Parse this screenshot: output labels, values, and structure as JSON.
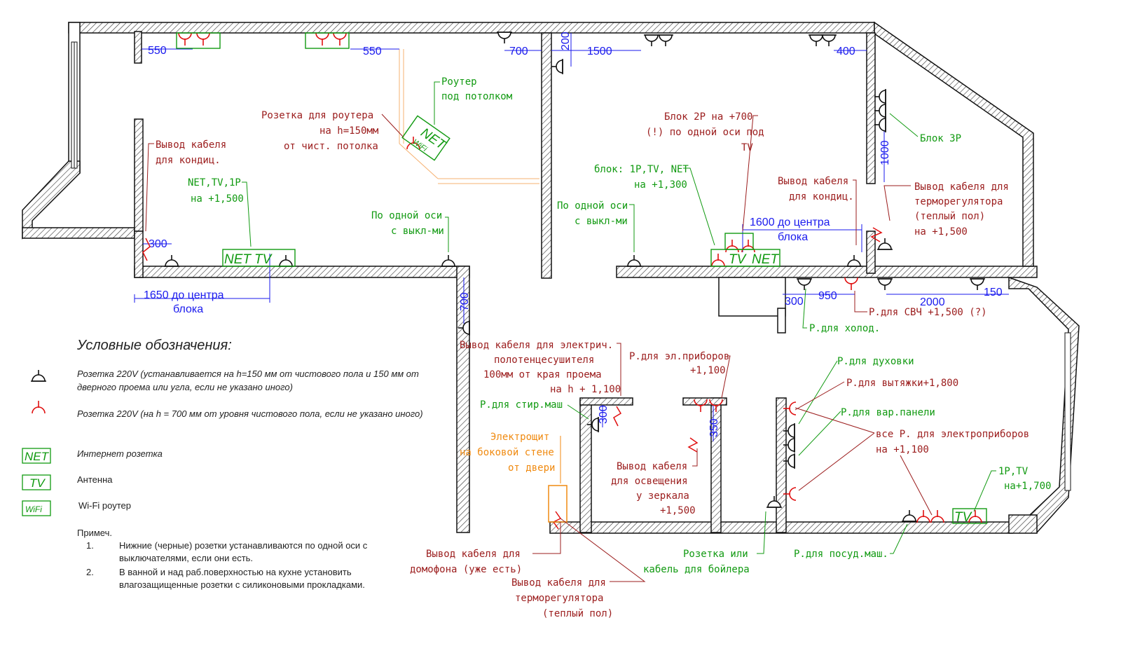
{
  "colors": {
    "wall": "#222222",
    "dim": "#1a1aee",
    "red": "#e01010",
    "green": "#119a11",
    "darkred": "#9b1c1c",
    "orange": "#f08a10"
  },
  "legend": {
    "title": "Условные обозначения:",
    "socket_black": "Розетка 220V (устанавливается на h=150 мм от чистового пола и 150 мм от дверного проема или угла, если не указано иного)",
    "socket_red": "Розетка 220V (на h = 700 мм от уровня чистового пола, если не указано иного)",
    "net_label": "Интернет розетка",
    "tv_label": "Антенна",
    "wifi_label": "Wi-Fi  роутер",
    "net_sym": "NET",
    "tv_sym": "TV",
    "wifi_sym": "WiFi",
    "notes_title": "Примеч.",
    "note1_num": "1.",
    "note1": "Нижние (черные) розетки устанавливаются по одной оси с выключателями, если они есть.",
    "note2_num": "2.",
    "note2": "В ванной и над раб.поверхностью на кухне установить влагозащищенные розетки с силиконовыми прокладками."
  },
  "dims": {
    "d550a": "550",
    "d550b": "550",
    "d700top": "700",
    "d200": "200",
    "d1500": "1500",
    "d400": "400",
    "d1000": "1000",
    "d300a": "300",
    "d1650": "1650 до центра",
    "d1650b": "блока",
    "d700r": "700",
    "d1600": "1600 до центра",
    "d1600b": "блока",
    "d300b": "300",
    "d950": "950",
    "d2000": "2000",
    "d150": "150",
    "d300c": "300",
    "d350": "350"
  },
  "labels": {
    "router1": "Роутер",
    "router2": "под потолком",
    "rr1": "Розетка для роутера",
    "rr2": "на h=150мм",
    "rr3": "от чист. потолка",
    "ac1a": "Вывод кабеля",
    "ac1b": "для кондиц.",
    "ntv1": "NET,TV,1P",
    "ntv2": "на +1,500",
    "axis1a": "По одной оси",
    "axis1b": "с выкл-ми",
    "axis2a": "По одной оси",
    "axis2b": "с выкл-ми",
    "b2p1": "Блок 2P на +700",
    "b2p2": "(!) по одной оси под",
    "b2p3": "TV",
    "b1p1": "блок: 1P,TV, NET",
    "b1p2": "на +1,300",
    "b3p": "Блок 3P",
    "ac2a": "Вывод кабеля",
    "ac2b": "для кондиц.",
    "tr1": "Вывод кабеля для",
    "tr2": "терморегулятора",
    "tr3": "(теплый пол)",
    "tr4": "на +1,500",
    "svch": "Р.для СВЧ +1,500 (?)",
    "hol": "Р.для холод.",
    "dry1": "Вывод кабеля для электрич.",
    "dry2": "полотенцесушителя",
    "dry3": "100мм от края проема",
    "dry4": "на h + 1,100",
    "wash": "Р.для стир.маш",
    "el1": "Р.для эл.приборов",
    "el2": "+1,100",
    "shield1": "Электрощит",
    "shield2": "на боковой стене",
    "shield3": "от двери",
    "mir1": "Вывод кабеля",
    "mir2": "для освещения",
    "mir3": "у зеркала",
    "mir4": "+1,500",
    "oven": "Р.для духовки",
    "hood": "Р.для вытяжки+1,800",
    "panel": "Р.для вар.панели",
    "all1": "все Р. для электроприборов",
    "all2": "на +1,100",
    "k1p1": "1P,TV",
    "k1p2": "на+1,700",
    "dom1": "Вывод кабеля для",
    "dom2": "домофона (уже есть)",
    "boil1": "Розетка или",
    "boil2": "кабель для бойлера",
    "dish": "Р.для посуд.маш.",
    "tr5": "Вывод кабеля для",
    "tr6": "терморегулятора",
    "tr7": "(теплый пол)",
    "net": "NET",
    "tv": "TV",
    "wifi": "WiFi"
  }
}
